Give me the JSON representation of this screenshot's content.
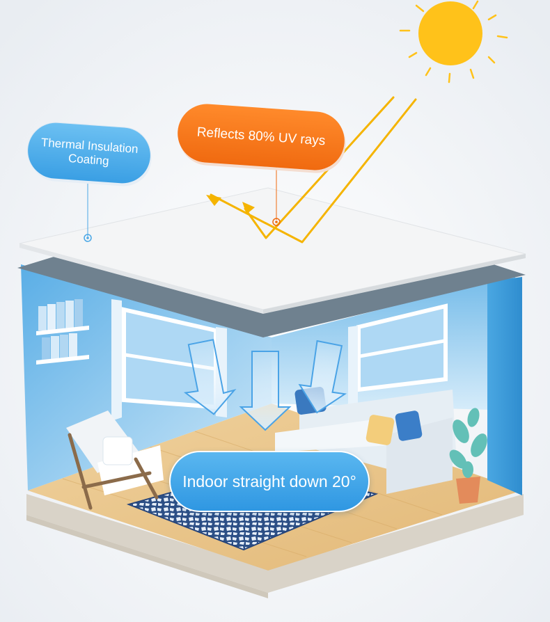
{
  "labels": {
    "thermal": "Thermal Insulation Coating",
    "reflect": "Reflects 80% UV rays",
    "indoor": "Indoor straight down 20°"
  },
  "colors": {
    "sun": "#ffc21a",
    "uv_ray": "#f5b400",
    "orange_label": "#f47216",
    "blue_label": "#3ea3ea",
    "wall": "#8cc6ec",
    "floor": "#e7c38b"
  },
  "icons": [
    "sun-icon",
    "arrow-down-icon"
  ]
}
